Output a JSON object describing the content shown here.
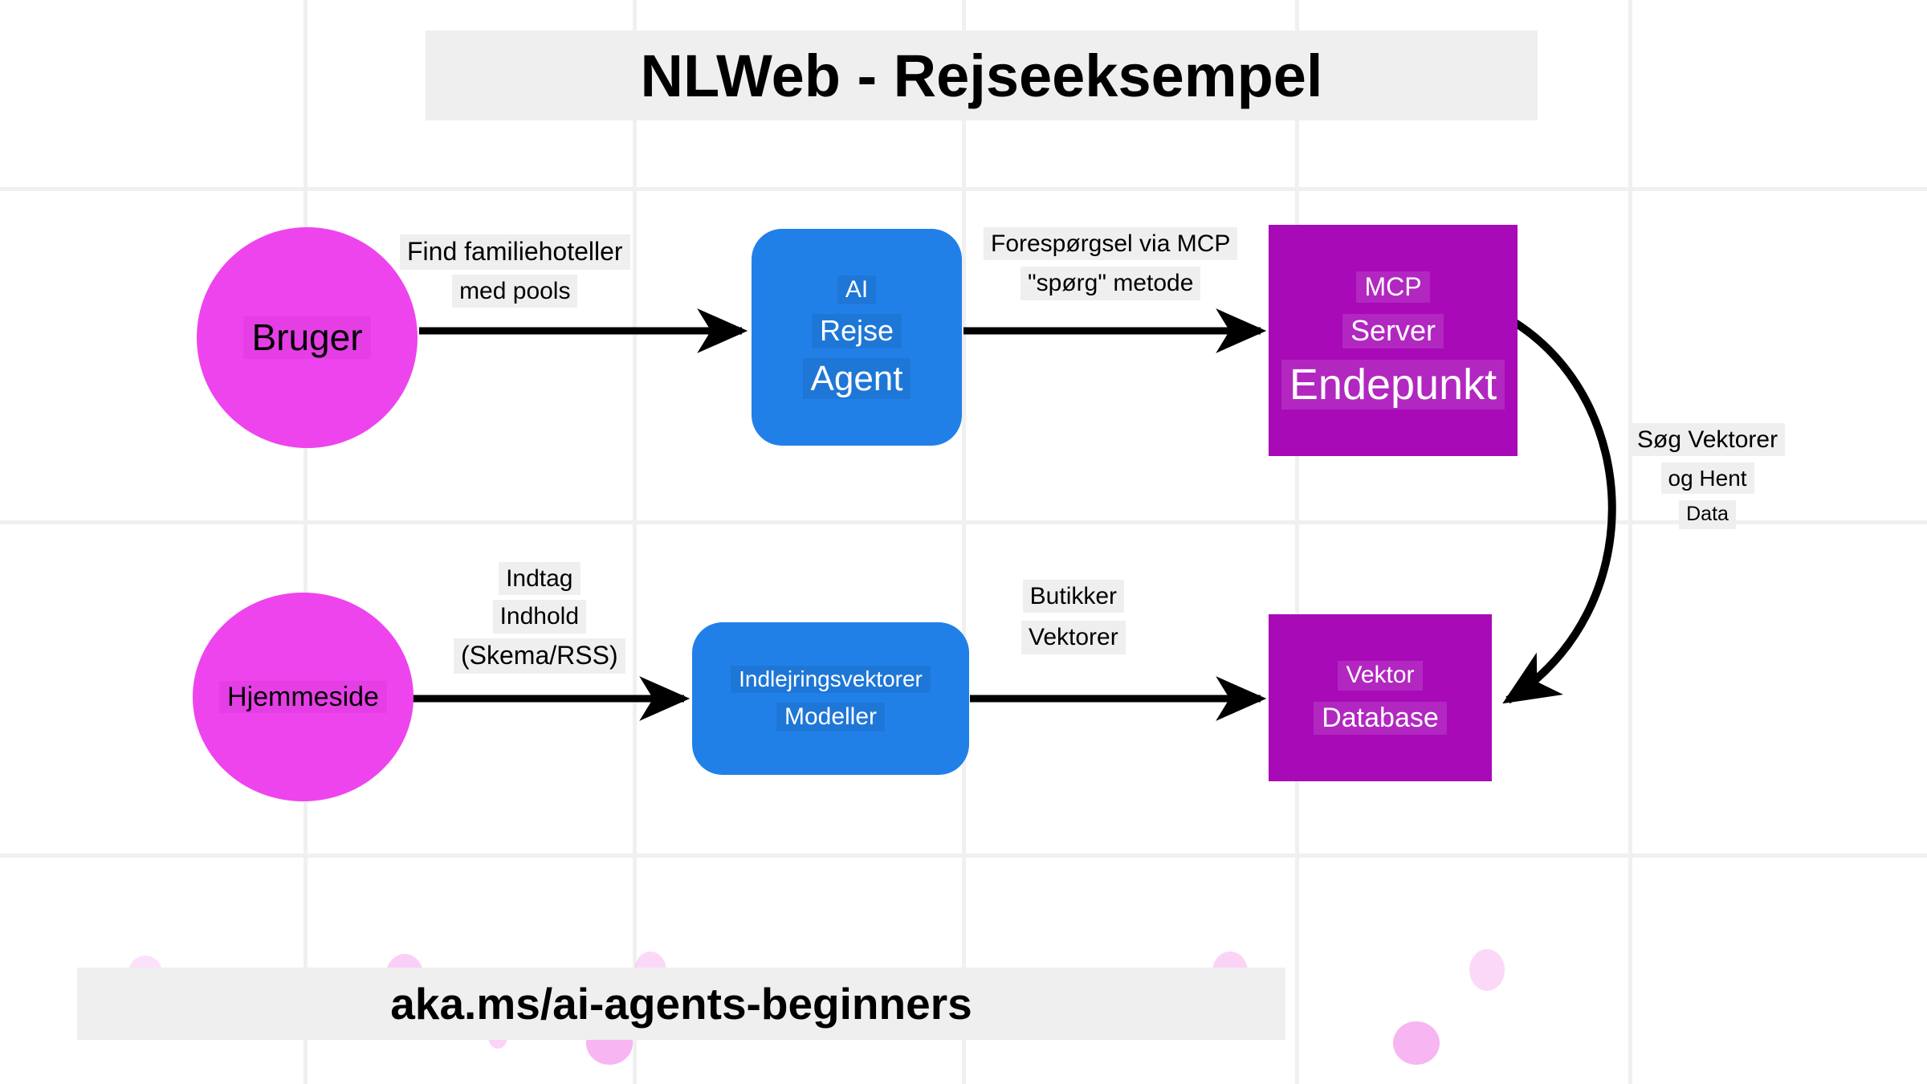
{
  "title": "NLWeb - Rejseeksempel",
  "footer": "aka.ms/ai-agents-beginners",
  "colors": {
    "magenta": "#ee44ee",
    "blue": "#2180e8",
    "purple": "#a80ab8",
    "band": "#efefef",
    "grid": "#f0f0f0",
    "arrow": "#000000"
  },
  "nodes": {
    "bruger": {
      "label": "Bruger",
      "shape": "circle",
      "color": "#ee44ee"
    },
    "ai_agent": {
      "l1": "AI",
      "l2": "Rejse",
      "l3": "Agent",
      "shape": "rounded-rect",
      "color": "#2180e8"
    },
    "mcp": {
      "l1": "MCP",
      "l2": "Server",
      "l3": "Endepunkt",
      "shape": "rect",
      "color": "#a80ab8"
    },
    "hjemmeside": {
      "label": "Hjemmeside",
      "shape": "circle",
      "color": "#ee44ee"
    },
    "embeddings": {
      "l1": "Indlejringsvektorer",
      "l2": "Modeller",
      "shape": "rounded-rect",
      "color": "#2180e8"
    },
    "vektordb": {
      "l1": "Vektor",
      "l2": "Database",
      "shape": "rect",
      "color": "#a80ab8"
    }
  },
  "edges": {
    "find": {
      "l1": "Find familiehoteller",
      "l2": "med pools"
    },
    "mcp_request": {
      "l1": "Forespørgsel via MCP",
      "l2": "\"spørg\" metode"
    },
    "search_vectors": {
      "l1": "Søg Vektorer",
      "l2": "og Hent",
      "l3": "Data"
    },
    "ingest": {
      "l1": "Indtag",
      "l2": "Indhold",
      "l3": "(Skema/RSS)"
    },
    "store": {
      "l1": "Butikker",
      "l2": "Vektorer"
    }
  }
}
